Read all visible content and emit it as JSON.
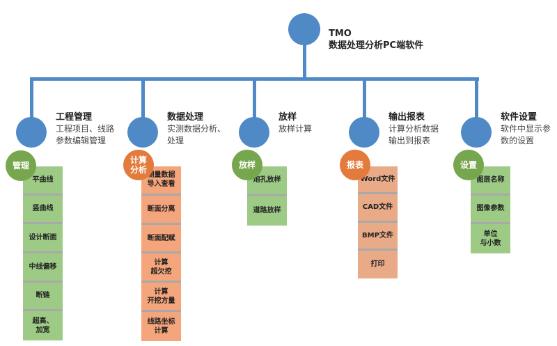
{
  "root": {
    "title": "TMO",
    "subtitle": "数据处理分析PC端软件"
  },
  "colors": {
    "line": "#4f8ac6",
    "green_badge": "#76a64d",
    "green_cell": "#9dcb86",
    "orange_badge": "#e27b3c",
    "orange_cell": "#f5a57c",
    "report_cell": "#e9aa88"
  },
  "branches": [
    {
      "title": "工程管理",
      "desc": [
        "工程项目、线路",
        "参数编辑管理"
      ],
      "badge": "管理",
      "items": [
        "平曲线",
        "竖曲线",
        "设计断面",
        "中线偏移",
        "断链",
        "超高、\n加宽"
      ]
    },
    {
      "title": "数据处理",
      "desc": [
        "实测数据分析、",
        "处理"
      ],
      "badge": "计算\n分析",
      "items": [
        "测量数据\n导入查看",
        "断面分离",
        "断面配赋",
        "计算\n超欠挖",
        "计算\n开挖方量",
        "线路坐标\n计算"
      ]
    },
    {
      "title": "放样",
      "desc": [
        "放样计算"
      ],
      "badge": "放样",
      "items": [
        "炮孔放样",
        "道路放样"
      ]
    },
    {
      "title": "输出报表",
      "desc": [
        "计算分析数据",
        "输出到报表"
      ],
      "badge": "报表",
      "items": [
        "Word文件",
        "CAD文件",
        "BMP文件",
        "打印"
      ]
    },
    {
      "title": "软件设置",
      "desc": [
        "软件中显示参",
        "数的设置"
      ],
      "badge": "设置",
      "items": [
        "图层名称",
        "图像参数",
        "单位\n与小数"
      ]
    }
  ]
}
